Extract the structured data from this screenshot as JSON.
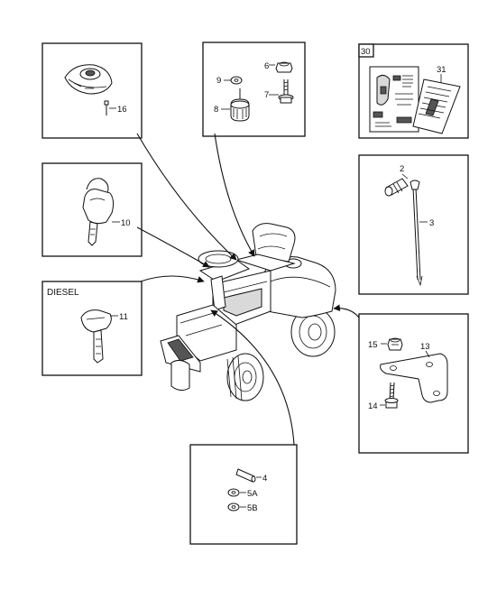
{
  "callouts": {
    "c16": "16",
    "c10": "10",
    "c11": "11",
    "c9": "9",
    "c8": "8",
    "c6": "6",
    "c7": "7",
    "c30": "30",
    "c31": "31",
    "c2": "2",
    "c3": "3",
    "c15": "15",
    "c13": "13",
    "c14": "14",
    "c4": "4",
    "c5a": "5A",
    "c5b": "5B"
  },
  "labels": {
    "diesel": "DIESEL"
  }
}
